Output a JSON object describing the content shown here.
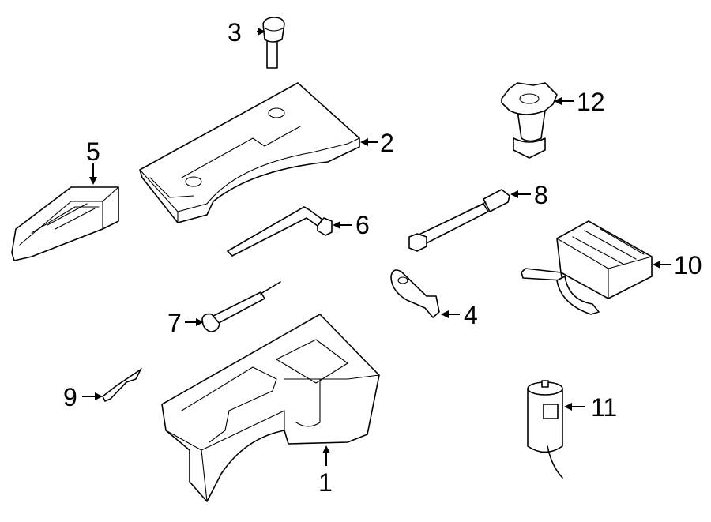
{
  "diagram": {
    "callouts": [
      {
        "id": "c1",
        "number": "1"
      },
      {
        "id": "c2",
        "number": "2"
      },
      {
        "id": "c3",
        "number": "3"
      },
      {
        "id": "c4",
        "number": "4"
      },
      {
        "id": "c5",
        "number": "5"
      },
      {
        "id": "c6",
        "number": "6"
      },
      {
        "id": "c7",
        "number": "7"
      },
      {
        "id": "c8",
        "number": "8"
      },
      {
        "id": "c9",
        "number": "9"
      },
      {
        "id": "c10",
        "number": "10"
      },
      {
        "id": "c11",
        "number": "11"
      },
      {
        "id": "c12",
        "number": "12"
      }
    ]
  }
}
